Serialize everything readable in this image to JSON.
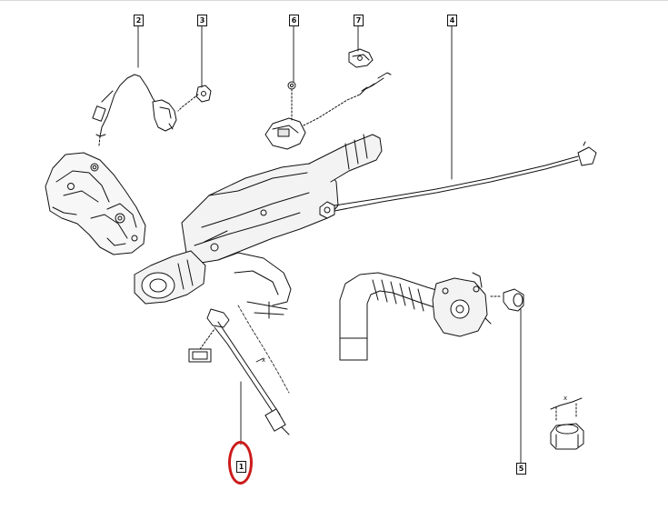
{
  "diagram": {
    "callouts": [
      {
        "id": "1",
        "label": "1",
        "highlighted": true
      },
      {
        "id": "2",
        "label": "2",
        "highlighted": false
      },
      {
        "id": "3",
        "label": "3",
        "highlighted": false
      },
      {
        "id": "4",
        "label": "4",
        "highlighted": false
      },
      {
        "id": "5",
        "label": "5",
        "highlighted": false
      },
      {
        "id": "6",
        "label": "6",
        "highlighted": false
      },
      {
        "id": "7",
        "label": "7",
        "highlighted": false
      }
    ],
    "dimension_labels": {
      "sensor_length": "x",
      "nut_width": "x"
    },
    "colors": {
      "line": "#111111",
      "highlight": "#cc1a1a",
      "shade": "#e6e6e6"
    }
  }
}
